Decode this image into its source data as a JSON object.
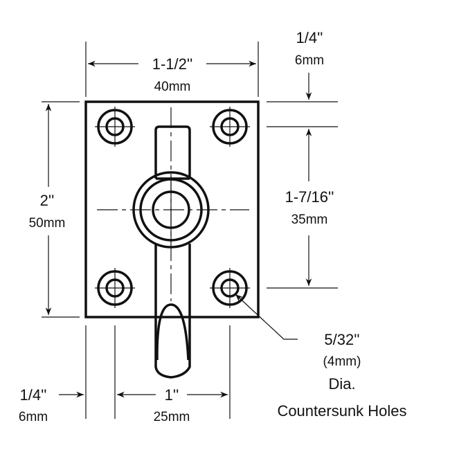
{
  "dimensions": {
    "width": {
      "imperial": "1-1/2''",
      "metric": "40mm"
    },
    "height": {
      "imperial": "2''",
      "metric": "50mm"
    },
    "top_offset": {
      "imperial": "1/4''",
      "metric": "6mm"
    },
    "hole_vertical_spacing": {
      "imperial": "1-7/16''",
      "metric": "35mm"
    },
    "left_offset": {
      "imperial": "1/4''",
      "metric": "6mm"
    },
    "hole_horizontal_spacing": {
      "imperial": "1''",
      "metric": "25mm"
    }
  },
  "holes": {
    "size_imperial": "5/32''",
    "size_metric": "(4mm)",
    "line1": "Dia.",
    "line2": "Countersunk Holes"
  }
}
